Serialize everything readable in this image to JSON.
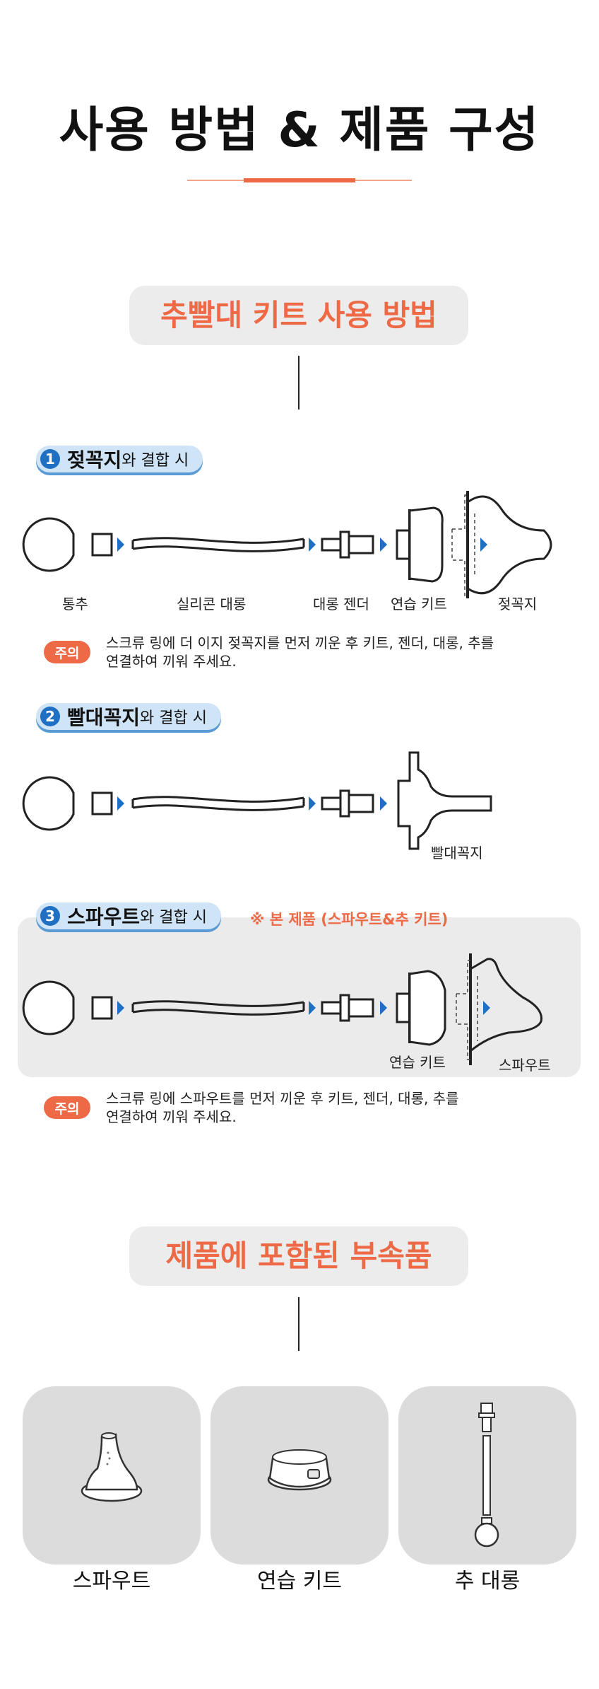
{
  "page": {
    "title": "사용 방법 & 제품 구성"
  },
  "section_usage": {
    "heading": "추빨대 키트 사용 방법"
  },
  "step1": {
    "number": "1",
    "bold": "젖꼭지",
    "rest": "와 결합 시",
    "parts": [
      "통추",
      "실리콘 대롱",
      "대롱 젠더",
      "연습 키트",
      "젖꼭지"
    ],
    "caution_badge": "주의",
    "caution_line1": "스크류 링에 더 이지 젖꼭지를 먼저 끼운 후 키트, 젠더, 대롱, 추를",
    "caution_line2": "연결하여 끼워 주세요."
  },
  "step2": {
    "number": "2",
    "bold": "빨대꼭지",
    "rest": "와 결합 시",
    "parts": [
      "빨대꼭지"
    ]
  },
  "step3": {
    "number": "3",
    "bold": "스파우트",
    "rest": "와 결합 시",
    "note": "※ 본 제품 (스파우트&추  키트)",
    "parts": [
      "연습 키트",
      "스파우트"
    ],
    "caution_badge": "주의",
    "caution_line1": "스크류 링에 스파우트를 먼저 끼운 후 키트, 젠더, 대롱, 추를",
    "caution_line2": "연결하여 끼워 주세요."
  },
  "section_included": {
    "heading": "제품에 포함된 부속품",
    "items": [
      {
        "label": "스파우트",
        "icon": "spout-icon"
      },
      {
        "label": "연습 키트",
        "icon": "practice-kit-icon"
      },
      {
        "label": "추 대롱",
        "icon": "weighted-straw-icon"
      }
    ]
  },
  "colors": {
    "accent": "#ee6a47",
    "step_blue": "#1f6fc2",
    "step_tag_bg": "#cfe4f6",
    "panel_gray": "#ebebeb",
    "card_gray": "#dcdcdc"
  }
}
